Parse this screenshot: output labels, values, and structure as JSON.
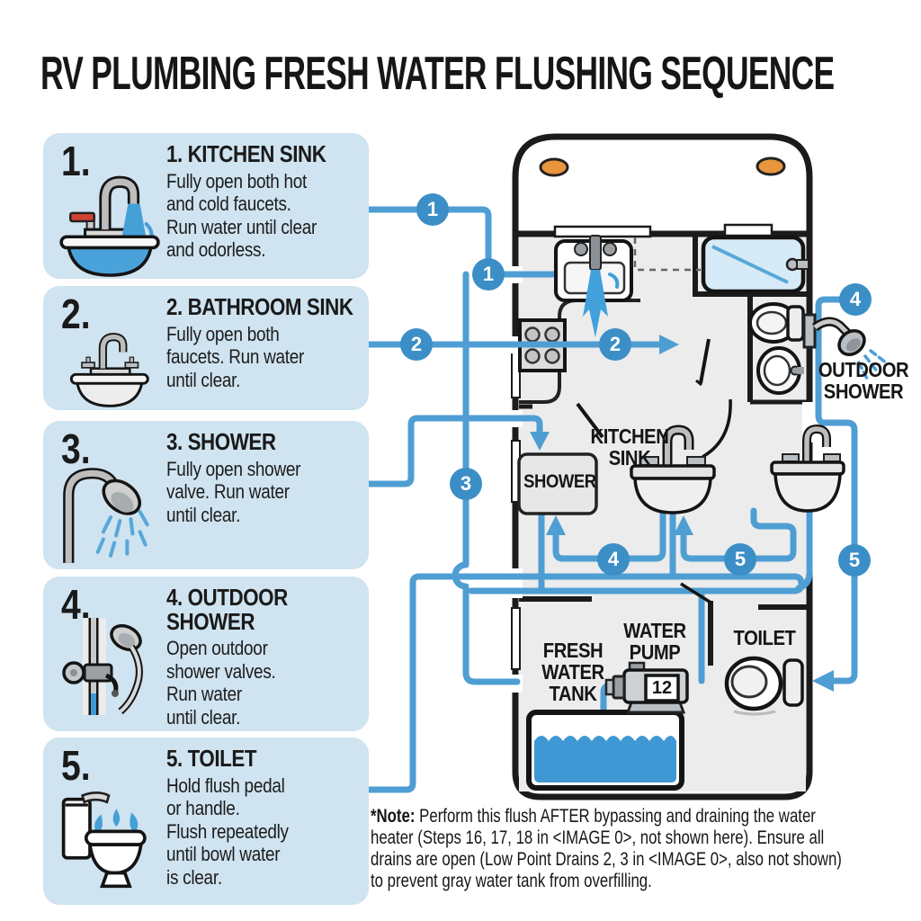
{
  "title": "RV PLUMBING FRESH WATER FLUSHING SEQUENCE",
  "steps": [
    {
      "num": "1.",
      "title": "1. KITCHEN SINK",
      "body": "Fully open both hot\nand cold faucets.\nRun water until clear\nand odorless.",
      "icon": "kitchen-sink-icon"
    },
    {
      "num": "2.",
      "title": "2. BATHROOM SINK",
      "body": "Fully open both\nfaucets. Run water\nuntil clear.",
      "icon": "bathroom-sink-icon"
    },
    {
      "num": "3.",
      "title": "3. SHOWER",
      "body": "Fully open shower\nvalve. Run water\nuntil clear.",
      "icon": "shower-icon"
    },
    {
      "num": "4.",
      "title": "4. OUTDOOR\nSHOWER",
      "body": "Open outdoor\nshower valves.\nRun water\nuntil clear.",
      "icon": "outdoor-shower-icon"
    },
    {
      "num": "5.",
      "title": "5. TOILET",
      "body": "Hold flush pedal\nor handle.\nFlush repeatedly\nuntil bowl water\nis clear.",
      "icon": "toilet-icon"
    }
  ],
  "plan": {
    "labels": {
      "kitchen_sink": "KITCHEN\nSINK",
      "shower": "SHOWER",
      "fresh_water_tank": "FRESH\nWATER\nTANK",
      "water_pump": "WATER\nPUMP",
      "toilet": "TOILET",
      "outdoor_shower": "OUTDOOR\nSHOWER"
    },
    "pump_value": "12",
    "badges": {
      "b1a": "1",
      "b1b": "1",
      "b2a": "2",
      "b2b": "2",
      "b3": "3",
      "b4a": "4",
      "b4b": "4",
      "b5a": "5",
      "b5b": "5"
    }
  },
  "note": {
    "prefix": "*Note:",
    "body": " Perform this flush AFTER bypassing and draining the water\nheater (Steps 16, 17, 18 in <IMAGE 0>, not shown here). Ensure all\ndrains are open (Low Point Drains 2, 3 in <IMAGE 0>, also not shown)\nto prevent gray water tank from overfilling."
  },
  "colors": {
    "accent_blue": "#4f9ed3",
    "badge_blue": "#3b8fc6",
    "panel_blue": "#cfe3f0",
    "water_blue": "#3f98d4",
    "orange": "#e9953e"
  }
}
